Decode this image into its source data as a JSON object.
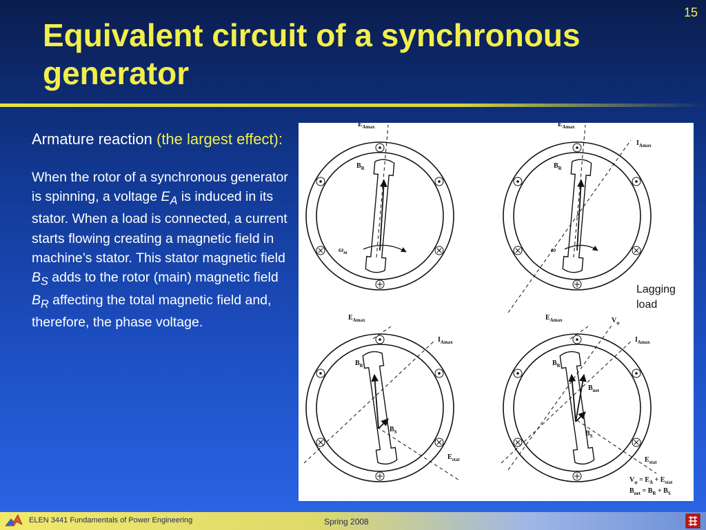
{
  "slide": {
    "number": "15",
    "title": "Equivalent circuit of a synchronous generator"
  },
  "content": {
    "subheading_plain": "Armature reaction ",
    "subheading_accent": "(the largest effect):",
    "body_parts": [
      "When the rotor of a synchronous generator is spinning, a voltage ",
      "E",
      "A",
      " is induced in its stator. When a load is connected, a current starts flowing creating a magnetic field in machine’s stator. This stator magnetic field ",
      "B",
      "S",
      " adds to the rotor (main) magnetic field ",
      "B",
      "R",
      " affecting the total magnetic field and, therefore, the phase voltage."
    ]
  },
  "figure": {
    "callout_line1": "Lagging",
    "callout_line2": "load",
    "labels": {
      "e_a_max": "E",
      "e_a_max_sub": "A",
      "e_a_max_sub2": "max",
      "i_a_max": "I",
      "i_a_max_sub": "A",
      "i_a_max_sub2": "max",
      "b_r": "B",
      "b_r_sub": "R",
      "b_s": "B",
      "b_s_sub": "S",
      "b_net": "B",
      "b_net_sub": "net",
      "omega_m": "ω",
      "omega_m_sub": "m",
      "omega": "ω",
      "e_stat": "E",
      "e_stat_sub": "stat",
      "v_phi": "V",
      "v_phi_sub": "φ",
      "eq1": "V",
      "eq1_sub": "φ",
      "eq1_rhs": " = E",
      "eq1_a": "A",
      "eq1_plus": " + E",
      "eq1_stat": "stat",
      "eq2": "B",
      "eq2_sub": "net",
      "eq2_rhs": " = B",
      "eq2_r": "R",
      "eq2_plus": " + B",
      "eq2_s": "S"
    }
  },
  "footer": {
    "course": "ELEN 3441 Fundamentals of Power Engineering",
    "term": "Spring 2008"
  },
  "colors": {
    "title": "#f2ef4b",
    "background_top": "#0a1d4d",
    "background_bottom": "#2b66e6",
    "text": "#ffffff"
  }
}
